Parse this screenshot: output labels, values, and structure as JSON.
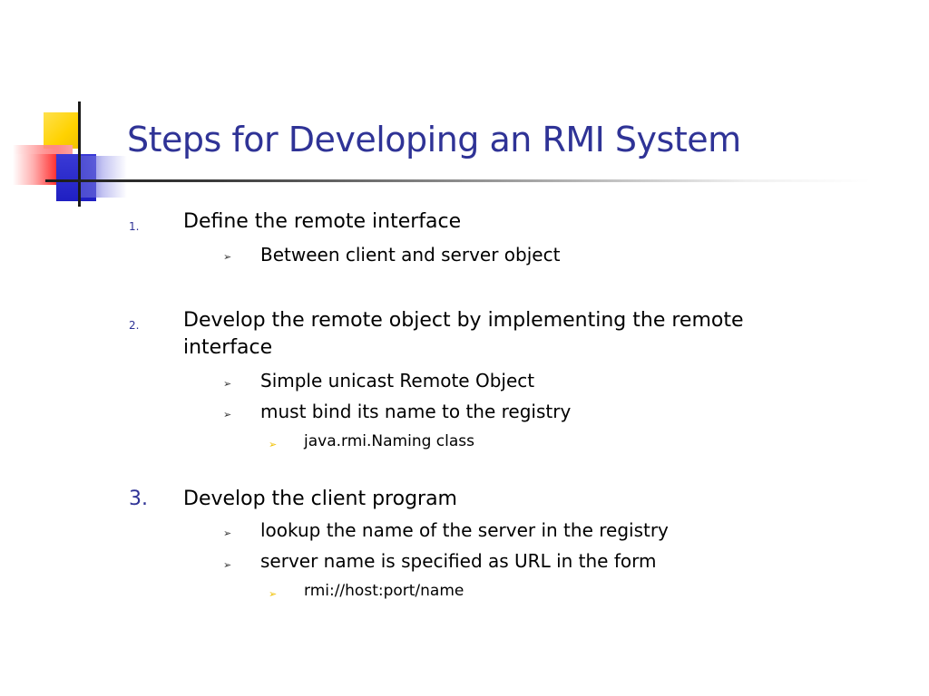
{
  "slide": {
    "title": "Steps for Developing an RMI System",
    "steps": [
      {
        "number": "1.",
        "text": "Define the remote interface",
        "subs": [
          {
            "text": "Between client and server object"
          }
        ]
      },
      {
        "number": "2.",
        "text_line1": "Develop the remote object by implementing the remote",
        "text_line2": "interface",
        "subs": [
          {
            "text": "Simple unicast Remote Object"
          },
          {
            "text": "must bind its name to the registry",
            "subs": [
              {
                "text": "java.rmi.Naming class"
              }
            ]
          }
        ]
      },
      {
        "number": "3.",
        "text": "Develop the client program",
        "subs": [
          {
            "text": "lookup the name of the server in the registry"
          },
          {
            "text": "server name is specified as  URL in the form",
            "subs": [
              {
                "text": "rmi://host:port/name"
              }
            ]
          }
        ]
      }
    ],
    "bullet_glyph": "➢",
    "colors": {
      "title": "#2f3396",
      "numbering": "#2f3396",
      "sub_bullet": "#333333",
      "subsub_bullet": "#f0c000",
      "text": "#000000"
    }
  }
}
